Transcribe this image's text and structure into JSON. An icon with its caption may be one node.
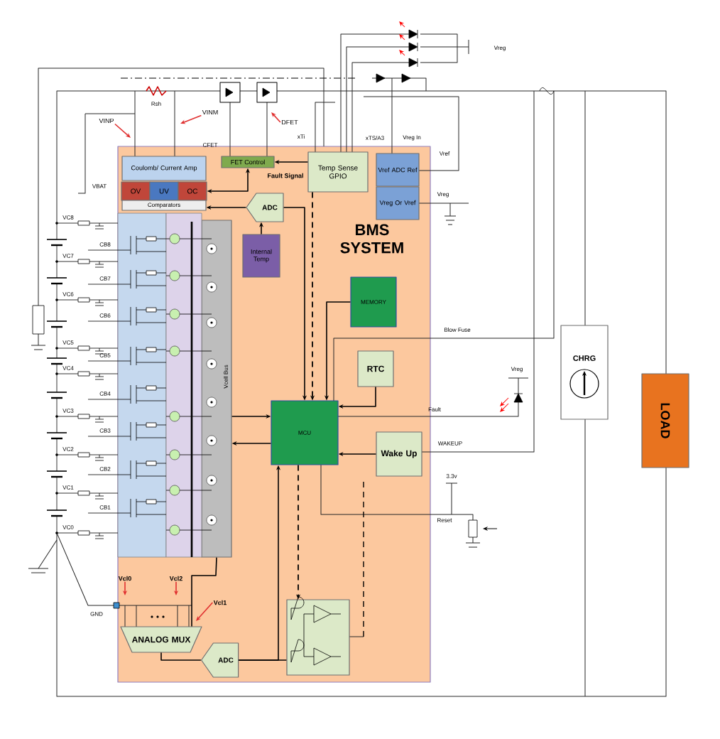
{
  "diagram": {
    "nodes": [
      {
        "text": [
          "BMS SYSTEM"
        ]
      },
      {
        "text": [
          "Coulomb/ Current Amp"
        ],
        "in": 0
      },
      {
        "text": [
          "OV"
        ],
        "in": 0
      },
      {
        "text": [
          "UV"
        ],
        "in": 0
      },
      {
        "text": [
          "OC"
        ],
        "in": 0
      },
      {
        "text": [
          "Comparators"
        ],
        "in": 0
      },
      {
        "text": [
          "FET Control"
        ],
        "in": 0
      },
      {
        "text": [
          "Temp Sense GPIO"
        ],
        "in": 0
      },
      {
        "text": [
          "Vref ADC Ref"
        ],
        "in": 0
      },
      {
        "text": [
          "Vreg Or Vref"
        ],
        "in": 0
      },
      {
        "text": [
          "ADC"
        ],
        "in": 0
      },
      {
        "text": [
          "Internal Temp"
        ],
        "in": 0
      },
      {
        "text": [
          "MEMORY"
        ],
        "in": 0
      },
      {
        "text": [
          "RTC"
        ],
        "in": 0
      },
      {
        "text": [
          "MCU"
        ],
        "in": 0
      },
      {
        "text": [
          "Wake Up"
        ],
        "in": 0
      },
      {
        "text": [
          "Vcell Bus"
        ],
        "in": 0
      },
      {
        "text": [
          "ANALOG MUX"
        ],
        "in": 0
      },
      {
        "text": [
          "ADC"
        ],
        "in": 0
      },
      {
        "text": [],
        "shape": "box",
        "in": 0
      },
      {
        "text": [
          "CHRG"
        ]
      },
      {
        "text": [
          "LOAD"
        ]
      },
      {
        "text": [
          "VINP"
        ]
      },
      {
        "text": [
          "VINM"
        ]
      },
      {
        "text": [
          "DFET"
        ]
      },
      {
        "text": [
          "Vcl0"
        ],
        "in": 0
      },
      {
        "text": [
          "Vcl2"
        ],
        "in": 0
      },
      {
        "text": [
          "Vcl1"
        ],
        "in": 0
      }
    ],
    "edges": [
      {
        "from": 7,
        "to": 6,
        "arrow": "to"
      },
      {
        "from": 6,
        "to": 4,
        "arrow": "both",
        "label": "Fault Signal"
      },
      {
        "from": 10,
        "to": 5,
        "arrow": "to"
      },
      {
        "from": 11,
        "to": 10,
        "arrow": "to"
      },
      {
        "from": 10,
        "to": 14,
        "arrow": "to"
      },
      {
        "from": 7,
        "to": 14,
        "arrow": "to",
        "style": "dashed"
      },
      {
        "from": 12,
        "to": 14,
        "arrow": "to"
      },
      {
        "from": 13,
        "to": 14,
        "arrow": "to"
      },
      {
        "from": 15,
        "to": 14,
        "arrow": "to"
      },
      {
        "from": 16,
        "to": 14,
        "arrow": "to"
      },
      {
        "from": 14,
        "to": 16,
        "arrow": "to"
      },
      {
        "from": 16,
        "to": 17,
        "arrow": "none"
      },
      {
        "from": 17,
        "to": 18,
        "arrow": "none"
      },
      {
        "from": 18,
        "to": 19,
        "arrow": "none"
      },
      {
        "from": 18,
        "to": 14,
        "arrow": "to"
      },
      {
        "from": 14,
        "to": 19,
        "arrow": "to",
        "style": "dashed"
      },
      {
        "from": 22,
        "to": null,
        "arrow": "to",
        "color": "#e03030"
      },
      {
        "from": 23,
        "to": null,
        "arrow": "to",
        "color": "#e03030"
      },
      {
        "from": 24,
        "to": null,
        "arrow": "to",
        "color": "#e03030"
      },
      {
        "from": 25,
        "to": null,
        "arrow": "to",
        "color": "#e03030"
      },
      {
        "from": 26,
        "to": null,
        "arrow": "to",
        "color": "#e03030"
      },
      {
        "from": 27,
        "to": null,
        "arrow": "to",
        "color": "#e03030"
      }
    ],
    "labels": [
      "Rsh",
      "CFET",
      "xTi",
      "xTS/A3",
      "Vreg In",
      "Vreg",
      "Vref",
      "Vreg",
      "VBAT",
      "VC8",
      "CB8",
      "VC7",
      "CB7",
      "VC6",
      "CB6",
      "VC5",
      "CB5",
      "VC4",
      "CB4",
      "VC3",
      "CB3",
      "VC2",
      "CB2",
      "VC1",
      "CB1",
      "VC0",
      "Blow Fuse",
      "Vreg",
      "Fault",
      "WAKEUP",
      "3.3v",
      "Reset",
      "GND"
    ]
  }
}
